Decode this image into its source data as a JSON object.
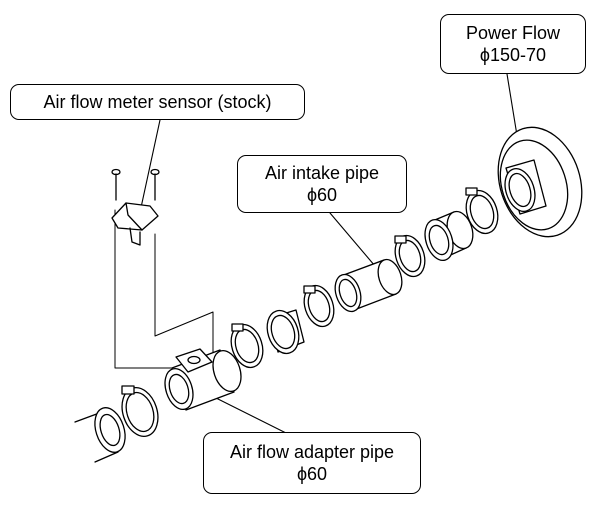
{
  "callouts": {
    "sensor": {
      "line1": "Air flow meter sensor (stock)"
    },
    "power_flow": {
      "line1": "Power Flow",
      "line2": "ϕ150-70"
    },
    "intake_pipe": {
      "line1": "Air intake pipe",
      "line2": "ϕ60"
    },
    "adapter_pipe": {
      "line1": "Air flow adapter pipe",
      "line2": "ϕ60"
    }
  },
  "colors": {
    "line": "#000000",
    "background": "#ffffff"
  }
}
